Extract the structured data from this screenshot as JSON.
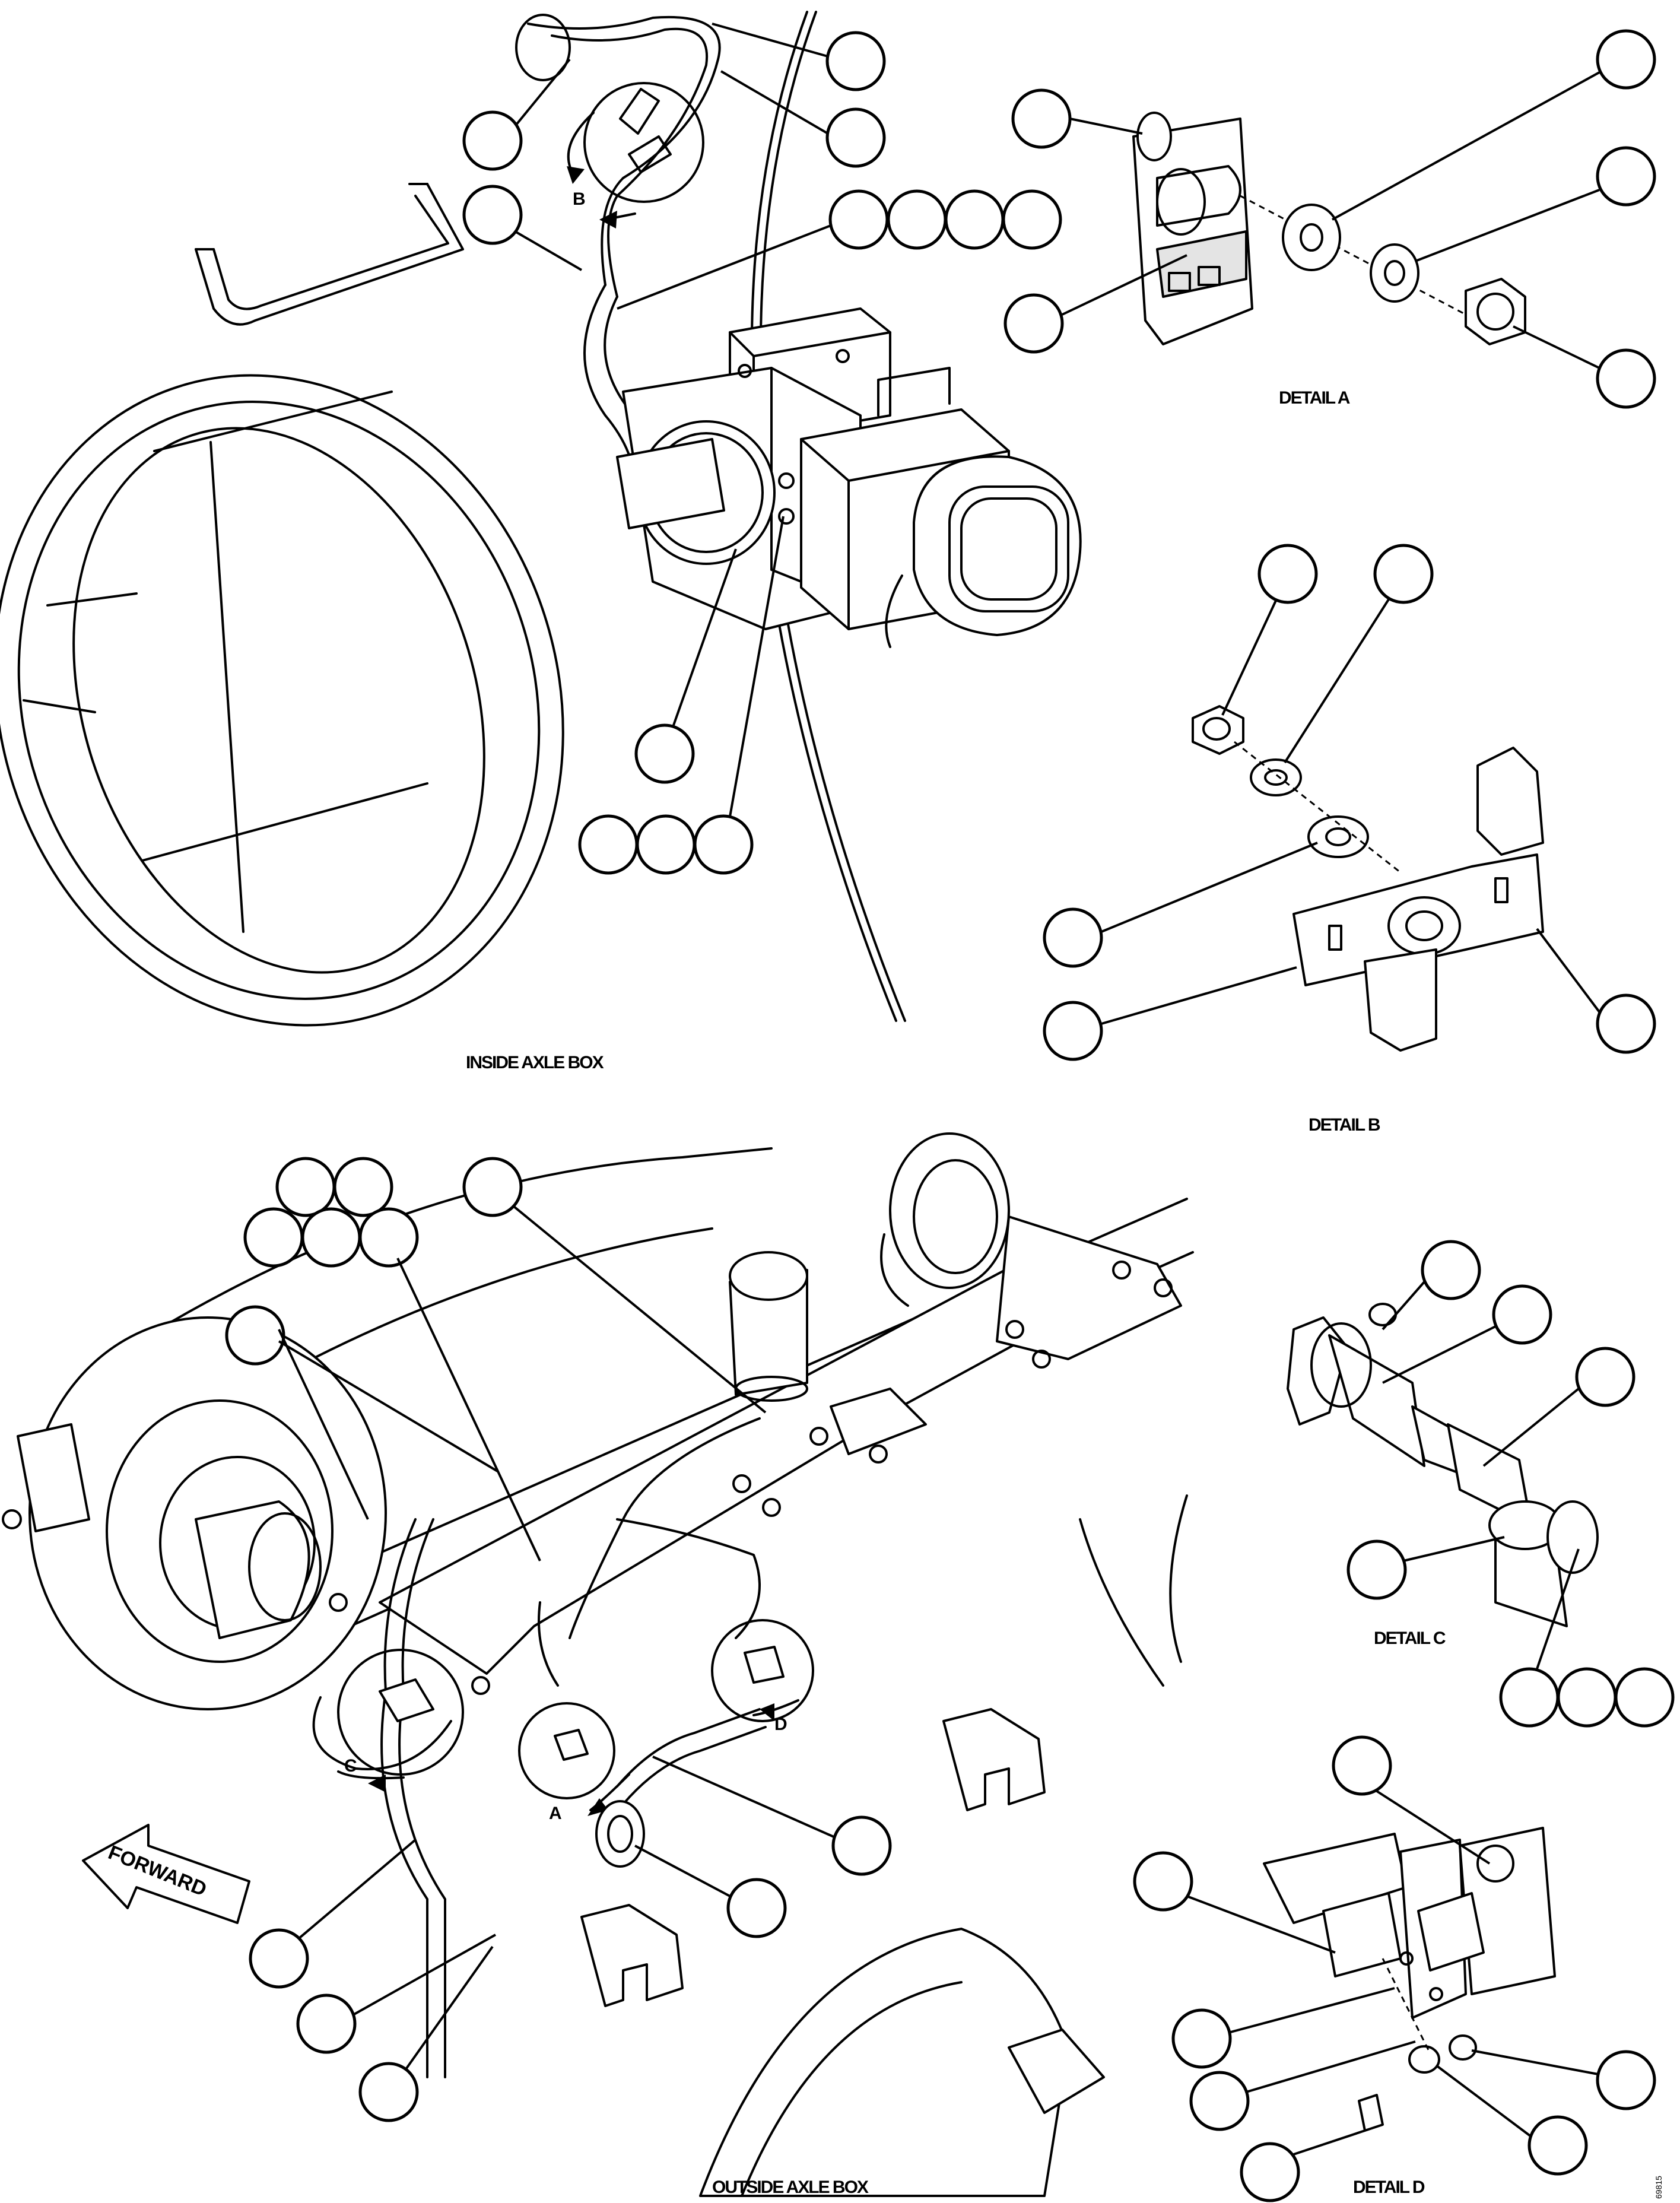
{
  "views": {
    "inside_axle_box": "INSIDE AXLE BOX",
    "outside_axle_box": "OUTSIDE AXLE BOX",
    "detail_a": "DETAIL A",
    "detail_b": "DETAIL B",
    "detail_c": "DETAIL C",
    "detail_d": "DETAIL D"
  },
  "detail_markers": {
    "a": "A",
    "b": "B",
    "c": "C",
    "d": "D"
  },
  "direction_label": "FORWARD",
  "figure_code": "69815"
}
